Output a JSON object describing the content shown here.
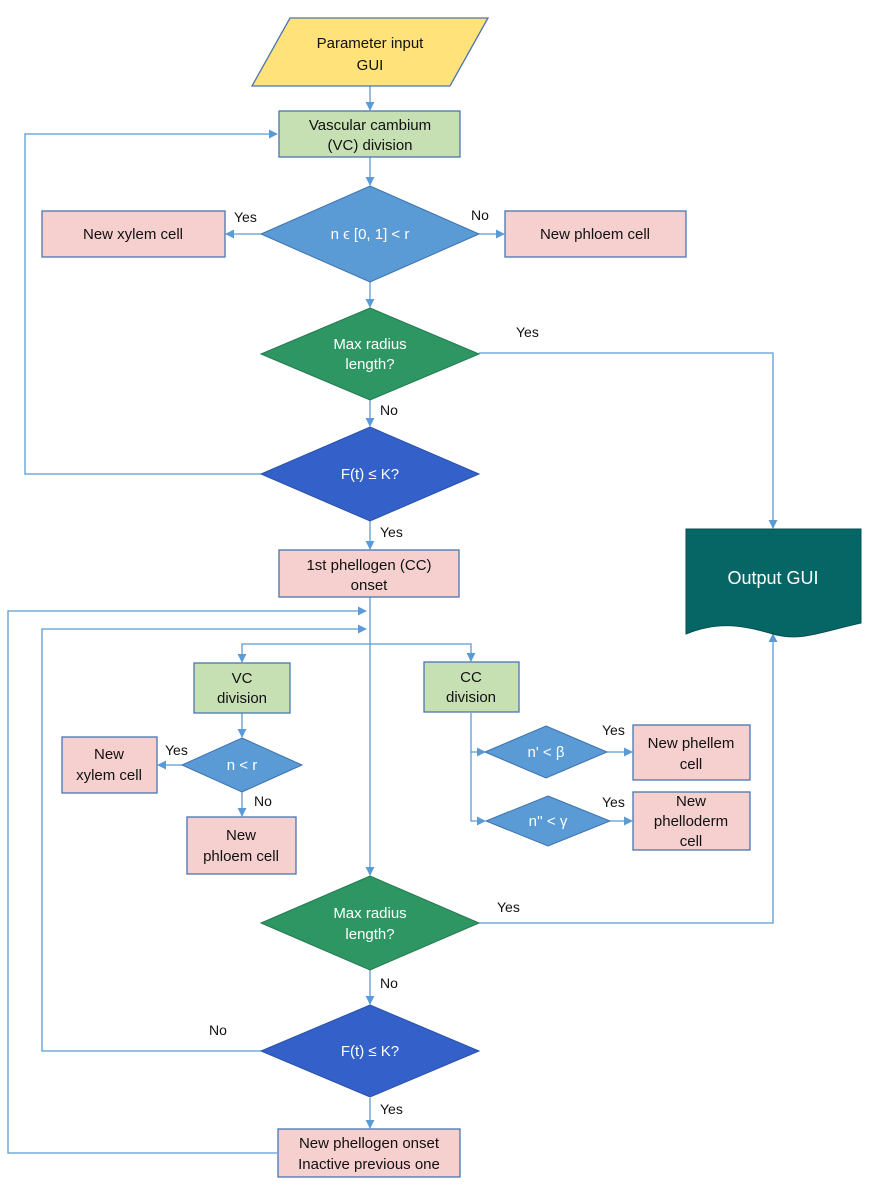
{
  "colors": {
    "io_yellow": "#ffe27a",
    "process_green": "#c6dfb3",
    "result_pink": "#f6cfcf",
    "decision_lightblue": "#5b9bd5",
    "decision_green": "#2e9662",
    "decision_darkblue": "#3461c9",
    "output_teal": "#066666",
    "connector": "#5b9bd5"
  },
  "nodes": {
    "param_input": {
      "line1": "Parameter input",
      "line2": "GUI"
    },
    "vc_division_1": {
      "line1": "Vascular cambium",
      "line2": "(VC) division"
    },
    "decision_n_r": {
      "prefix": "n ϵ [0, 1] < ",
      "var": "r"
    },
    "new_xylem_1": {
      "label": "New xylem cell"
    },
    "new_phloem_1": {
      "label": "New phloem cell"
    },
    "max_radius_1": {
      "line1": "Max radius",
      "line2": "length?"
    },
    "ft_k_1": {
      "label": "F(t) ≤ K?"
    },
    "phellogen_onset": {
      "line1": "1st phellogen (CC)",
      "line2": "onset"
    },
    "output_gui": {
      "label": "Output GUI"
    },
    "vc_division_2": {
      "line1": "VC",
      "line2": "division"
    },
    "cc_division": {
      "line1": "CC",
      "line2": "division"
    },
    "decision_n_r2": {
      "prefix": "n < ",
      "var": "r"
    },
    "new_xylem_2": {
      "line1": "New",
      "line2": "xylem cell"
    },
    "new_phloem_2": {
      "line1": "New",
      "line2": "phloem cell"
    },
    "decision_beta": {
      "prefix": "n' < ",
      "var": "β"
    },
    "decision_gamma": {
      "prefix": "n'' < ",
      "var": "γ"
    },
    "new_phellem": {
      "line1": "New phellem",
      "line2": "cell"
    },
    "new_phelloderm": {
      "line1": "New",
      "line2": "phelloderm",
      "line3": "cell"
    },
    "max_radius_2": {
      "line1": "Max radius",
      "line2": "length?"
    },
    "ft_k_2": {
      "label": "F(t) ≤ K?"
    },
    "new_phellogen": {
      "line1": "New phellogen onset",
      "line2": "Inactive previous one"
    }
  },
  "edge_labels": {
    "yes_xylem_1": "Yes",
    "no_phloem_1": "No",
    "yes_max_1": "Yes",
    "no_max_1": "No",
    "yes_ft_1": "Yes",
    "yes_xylem_2": "Yes",
    "no_phloem_2": "No",
    "yes_phellem": "Yes",
    "yes_phelloderm": "Yes",
    "yes_max_2": "Yes",
    "no_max_2": "No",
    "no_ft_2": "No",
    "yes_ft_2": "Yes"
  }
}
